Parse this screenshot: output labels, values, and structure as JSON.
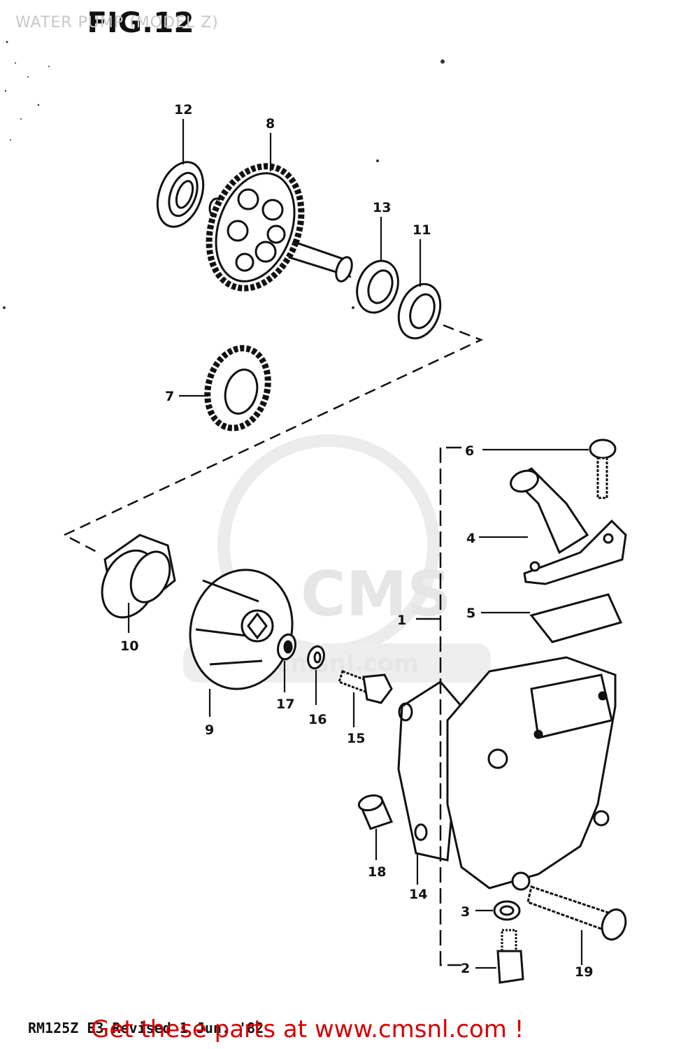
{
  "header": {
    "title": "WATER PUMP (MODEL Z)",
    "figure_number": "FIG.12"
  },
  "footer": {
    "reference": "RM125Z E3 Revised 1 Jun. '82",
    "promo": "Get these parts at www.cmsnl.com !"
  },
  "watermark": {
    "brand": "CMS",
    "site": "www.cmsnl.com"
  },
  "parts": {
    "p1": "1",
    "p2": "2",
    "p3": "3",
    "p4": "4",
    "p5": "5",
    "p6": "6",
    "p7": "7",
    "p8": "8",
    "p9": "9",
    "p10": "10",
    "p11": "11",
    "p12": "12",
    "p13": "13",
    "p14": "14",
    "p15": "15",
    "p16": "16",
    "p17": "17",
    "p18": "18",
    "p19": "19"
  }
}
